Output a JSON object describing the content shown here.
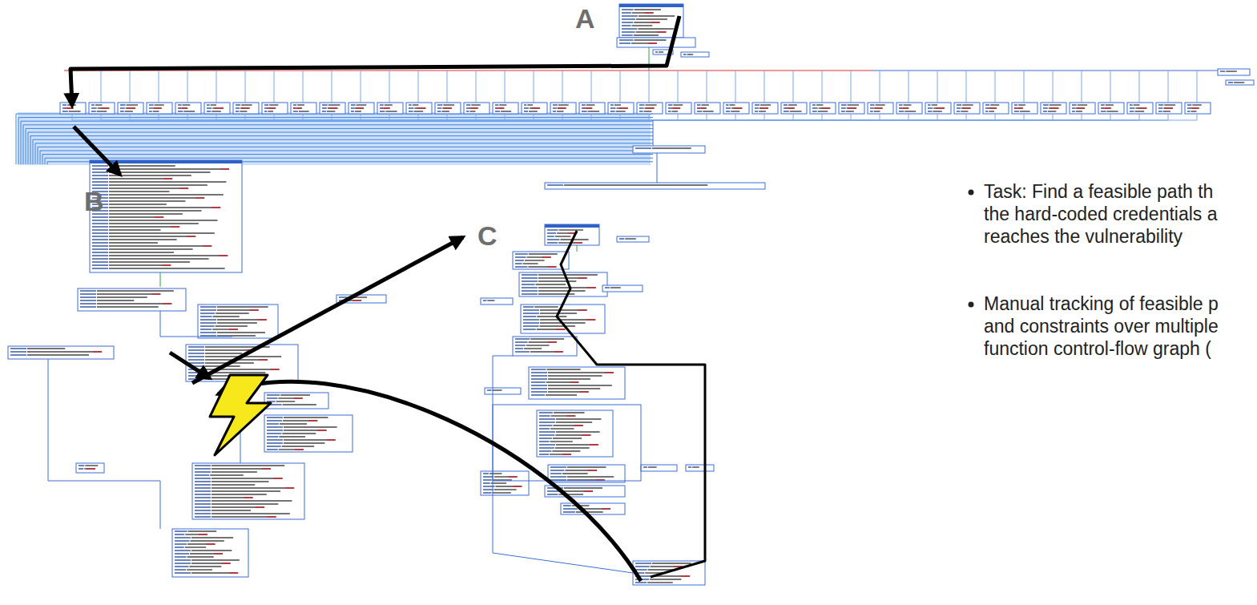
{
  "diagram": {
    "labels": [
      "A",
      "B",
      "C",
      "Task: Find a feasible path th",
      "the hard-coded credentials a",
      "reaches the vulnerability",
      "Manual tracking of feasible p",
      "and constraints over multiple",
      "function control-flow graph ("
    ]
  }
}
